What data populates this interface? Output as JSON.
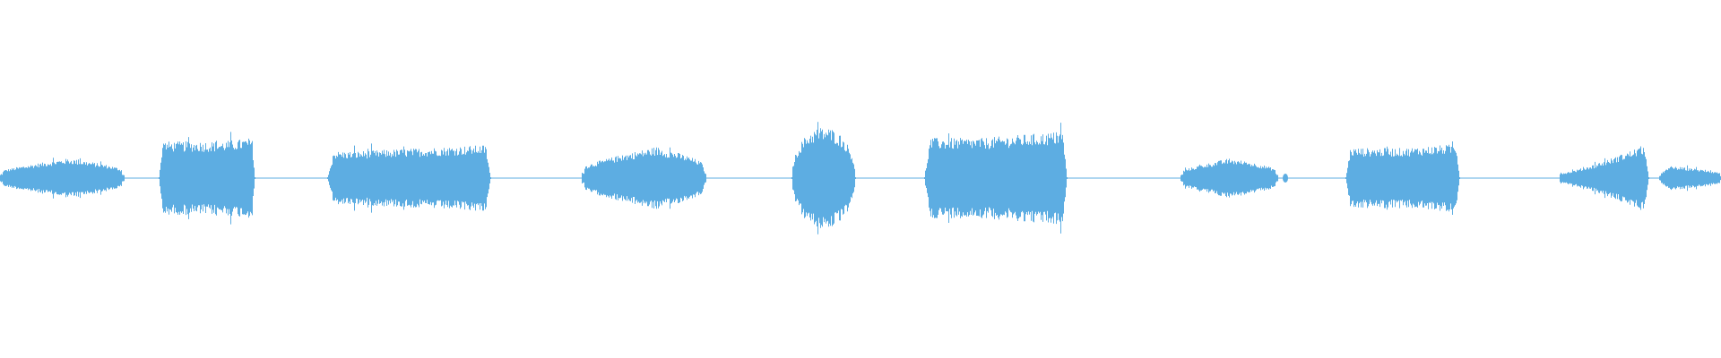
{
  "waveform": {
    "color": "#5dade2",
    "background": "#ffffff",
    "segments": [
      {
        "start": 0.0,
        "end": 0.072,
        "shape": "bump",
        "amp": 0.1,
        "peak": 0.55
      },
      {
        "start": 0.092,
        "end": 0.148,
        "shape": "block",
        "amp": 0.22,
        "peak": 0.95
      },
      {
        "start": 0.19,
        "end": 0.285,
        "shape": "block",
        "amp": 0.16,
        "peak": 0.45
      },
      {
        "start": 0.338,
        "end": 0.41,
        "shape": "bump",
        "amp": 0.16,
        "peak": 0.6
      },
      {
        "start": 0.46,
        "end": 0.497,
        "shape": "oval",
        "amp": 0.26,
        "peak": 0.5
      },
      {
        "start": 0.537,
        "end": 0.62,
        "shape": "block",
        "amp": 0.24,
        "peak": 0.7
      },
      {
        "start": 0.686,
        "end": 0.742,
        "shape": "bump",
        "amp": 0.1,
        "peak": 0.5
      },
      {
        "start": 0.782,
        "end": 0.848,
        "shape": "block",
        "amp": 0.18,
        "peak": 0.82
      },
      {
        "start": 0.906,
        "end": 0.958,
        "shape": "ramp",
        "amp": 0.17,
        "peak": 0.95
      },
      {
        "start": 0.964,
        "end": 1.0,
        "shape": "bump",
        "amp": 0.06,
        "peak": 0.2
      }
    ]
  }
}
